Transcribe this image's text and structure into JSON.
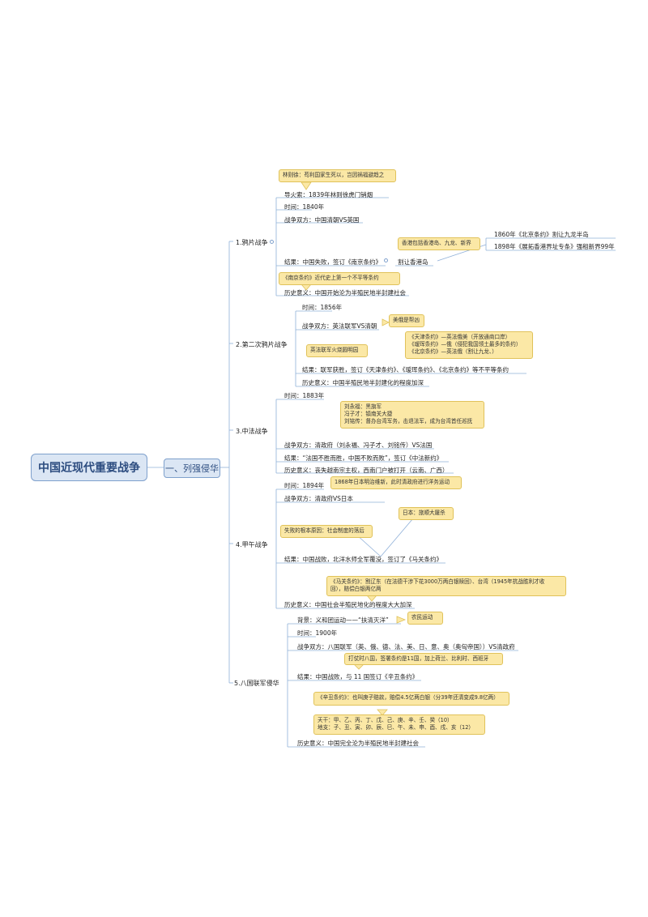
{
  "root": "中国近现代重要战争",
  "main_topic": "一、列强侵华",
  "wars": [
    {
      "title": "1.鸦片战争",
      "items": [
        "导火索：1839年林则徐虎门销烟",
        "时间：1840年",
        "战争双方：中国清朝VS英国",
        "结果：中国失败，签订《南京条约》",
        "历史意义：中国开始沦为半殖民地半封建社会"
      ],
      "notes": [
        "林则徐：苟利国家生死以，岂因祸福避趋之",
        "香港包括香港岛、九龙、新界",
        "《南京条约》近代史上第一个不平等条约"
      ],
      "sub_label": "割让香港岛",
      "sub_items": [
        "1860年《北京条约》割让九龙半岛",
        "1898年《展拓香港界址专条》强租新界99年"
      ]
    },
    {
      "title": "2.第二次鸦片战争",
      "items": [
        "时间：1856年",
        "战争双方：英法联军VS清朝",
        "结果：联军获胜，签订《天津条约》、《瑷珲条约》、《北京条约》等不平等条约",
        "历史意义：中国半殖民地半封建化的程度加深"
      ],
      "notes": [
        "美俄是帮凶",
        "《天津条约》—英法俄美（开放通商口岸）\n《瑷珲条约》—俄（侵犯我国领土最多的条约）\n《北京条约》—英法俄（割让九龙、）",
        "英法联军火烧圆明园"
      ]
    },
    {
      "title": "3.中法战争",
      "items": [
        "时间：1883年",
        "战争双方：清政府（刘永福、冯子才、刘铭传）VS法国",
        "结果：“法国不胜而胜，中国不败而败”，签订《中法新约》",
        "历史意义：丧失越南宗主权，西南门户被打开（云南、广西）"
      ],
      "notes": [
        "刘永福：黑旗军\n冯子才：镇南关大捷\n刘铭传：督办台湾军务，击退法军，成为台湾首任巡抚"
      ]
    },
    {
      "title": "4.甲午战争",
      "items": [
        "时间：1894年",
        "战争双方：清政府VS日本",
        "结果：中国战败，北洋水师全军覆没，签订了《马关条约》",
        "历史意义：中国社会半殖民地化的程度大大加深"
      ],
      "notes": [
        "1868年日本明治维新，此时清政府进行洋务运动",
        "日本：旅顺大屠杀",
        "失败的根本原因：社会制度的落后",
        "《马关条约》：割辽东（在法德干涉下花3000万两白银赎回）、台湾（1945年抗战胜利才收\n回），赔偿白银两亿两"
      ]
    },
    {
      "title": "5.八国联军侵华",
      "items": [
        "背景：义和团运动——“扶清灭洋”",
        "时间：1900年",
        "战争双方：八国联军（英、俄、德、法、美、日、意、奥（奥匈帝国））VS清政府",
        "结果：中国战败，与 11 国签订《辛丑条约》",
        "历史意义：中国完全沦为半殖民地半封建社会"
      ],
      "notes": [
        "农民运动",
        "打仗时八国，签署条约是11国，加上荷兰、比利时、西班牙",
        "《辛丑条约》：也叫庚子赔款，赔偿4.5亿两白银（分39年还清变成9.8亿两）",
        "天干：甲、乙、丙、丁、戊、己、庚、辛、壬、癸（10）\n地支：子、丑、寅、卯、辰、巳、午、未、申、酉、戌、亥（12）"
      ]
    }
  ]
}
